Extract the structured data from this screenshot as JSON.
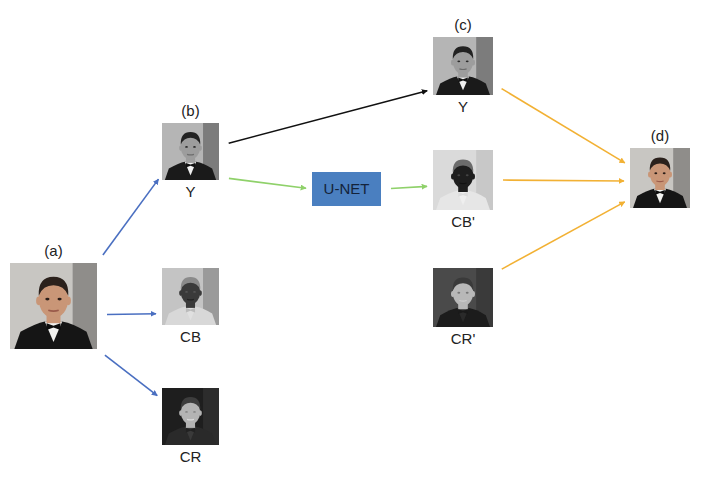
{
  "diagram": {
    "nodes": [
      {
        "text": [
          "(a)"
        ]
      },
      {
        "text": [
          "(b)",
          "Y"
        ]
      },
      {
        "text": [
          "CB"
        ]
      },
      {
        "text": [
          "CR"
        ]
      },
      {
        "text": [
          "U-NET"
        ]
      },
      {
        "text": [
          "(c)",
          "Y"
        ]
      },
      {
        "text": [
          "CB'"
        ]
      },
      {
        "text": [
          "CR'"
        ]
      },
      {
        "text": [
          "(d)"
        ]
      }
    ],
    "edges": [
      {
        "from": 0,
        "to": 1,
        "arrow": "to"
      },
      {
        "from": 0,
        "to": 2,
        "arrow": "to"
      },
      {
        "from": 0,
        "to": 3,
        "arrow": "to"
      },
      {
        "from": 1,
        "to": 4,
        "arrow": "to"
      },
      {
        "from": 4,
        "to": 6,
        "arrow": "to"
      },
      {
        "from": 1,
        "to": 5,
        "arrow": "to"
      },
      {
        "from": 5,
        "to": 8,
        "arrow": "to"
      },
      {
        "from": 6,
        "to": 8,
        "arrow": "to"
      },
      {
        "from": 7,
        "to": 8,
        "arrow": "to"
      }
    ]
  }
}
